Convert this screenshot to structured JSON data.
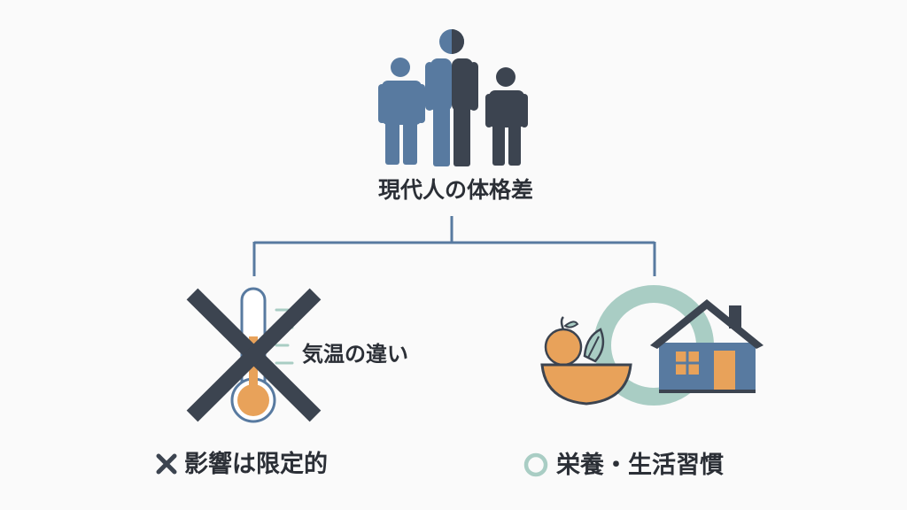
{
  "diagram": {
    "root": {
      "label": "現代人の体格差"
    },
    "left": {
      "icon_label": "気温の違い",
      "caption": "影響は限定的"
    },
    "right": {
      "caption": "栄養・生活習慣"
    }
  },
  "colors": {
    "blue": "#587aa0",
    "dark": "#3c4450",
    "orange": "#e8a25a",
    "teal": "#a9cdc4",
    "connector": "#587aa0"
  },
  "icons": {
    "people": "people-icon",
    "thermometer": "thermometer-icon",
    "cross": "cross-icon",
    "food_bowl": "food-bowl-icon",
    "house": "house-icon",
    "cycle": "cycle-ring-icon",
    "x_mark": "x-mark-icon",
    "circle_mark": "circle-mark-icon"
  }
}
